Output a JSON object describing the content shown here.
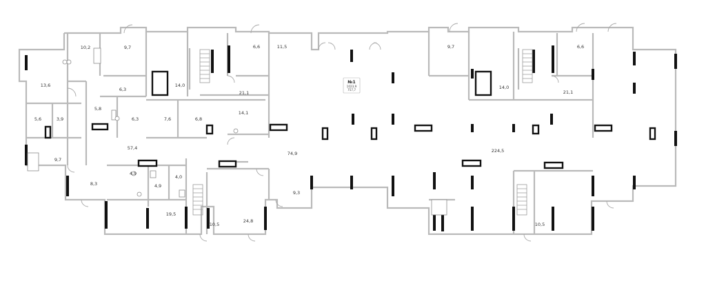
{
  "plan": {
    "unit_tag": {
      "title": "№1",
      "line1": "1023,9",
      "line2": "757,7"
    },
    "room_areas": [
      "10,2",
      "9,7",
      "6,6",
      "11,5",
      "13,6",
      "6,3",
      "14,0",
      "21,1",
      "5,8",
      "6,3",
      "7,6",
      "6,8",
      "14,1",
      "5,6",
      "3,9",
      "9,7",
      "57,4",
      "74,9",
      "4,9",
      "4,9",
      "4,0",
      "8,3",
      "19,5",
      "10,5",
      "24,8",
      "9,3",
      "9,7",
      "14,0",
      "6,6",
      "21,1",
      "224,5",
      "10,5"
    ],
    "colors": {
      "wall": "#b9b9b9",
      "column": "#111111",
      "background": "#ffffff"
    }
  }
}
